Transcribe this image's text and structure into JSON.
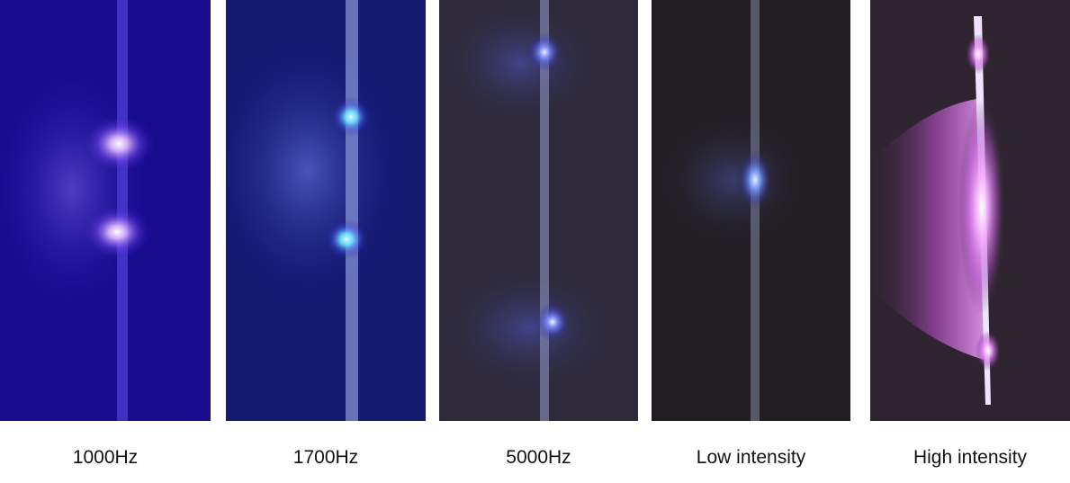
{
  "panels": [
    {
      "caption": "1000Hz"
    },
    {
      "caption": "1700Hz"
    },
    {
      "caption": "5000Hz"
    },
    {
      "caption": "Low intensity"
    },
    {
      "caption": "High intensity"
    }
  ]
}
